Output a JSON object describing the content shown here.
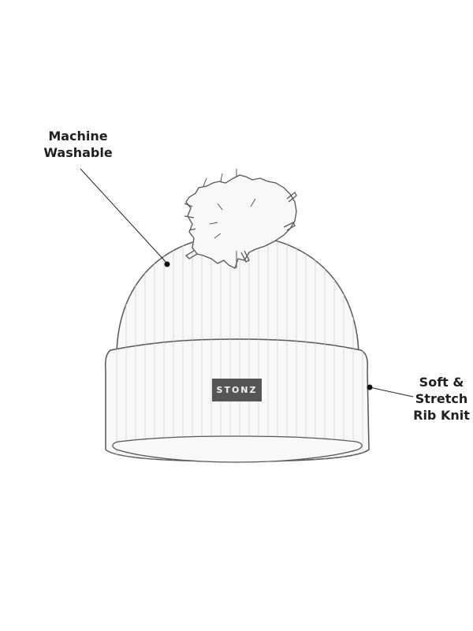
{
  "callouts": {
    "left": {
      "lines": [
        "Machine",
        "Washable"
      ]
    },
    "right": {
      "lines": [
        "Soft &",
        "Stretch",
        "Rib Knit"
      ]
    }
  },
  "badge": {
    "brand": "STONZ"
  },
  "colors": {
    "outline": "#555555",
    "fill": "#f8f8f8",
    "rib": "#d9d9d9",
    "badge_bg": "#555555",
    "text": "#1f1f1f"
  }
}
